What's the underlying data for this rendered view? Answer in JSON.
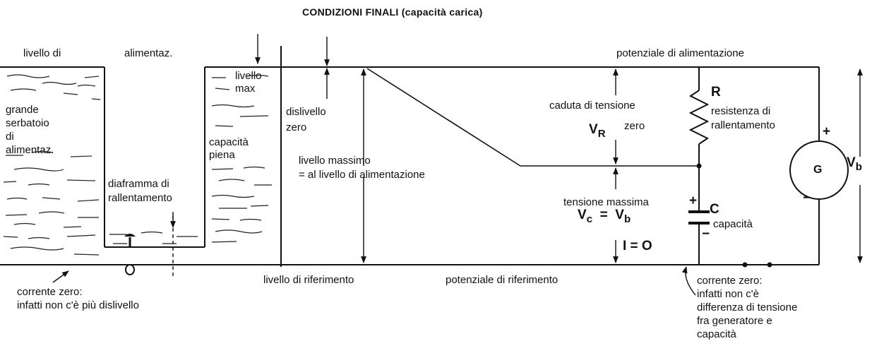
{
  "title": "CONDIZIONI FINALI (capacità carica)",
  "tank": {
    "supply_level_a": "livello di",
    "supply_level_b": "alimentaz.",
    "big_tank": "grande\nserbatoio\ndi\nalimentaz.",
    "diaphragm": "diaframma di\nrallentamento",
    "max_level": "livello\nmax",
    "full_capacity": "capacità\npiena",
    "zero_drop": "dislivello\nzero",
    "max_level_eq": "livello massimo\n= al livello di alimentazione",
    "reference_level": "livello di riferimento",
    "zero_current": "corrente zero:\ninfatti non c'è più dislivello"
  },
  "circuit": {
    "supply_potential": "potenziale di alimentazione",
    "voltage_drop": "caduta di tensione",
    "vr_main": "V",
    "vr_sub": "R",
    "vr_zero": "zero",
    "r_label": "R",
    "resistor_desc": "resistenza di\nrallentamento",
    "generator": "G",
    "vb_main": "V",
    "vb_sub": "b",
    "max_voltage": "tensione massima",
    "vc_eq_main": "V",
    "vc_eq_sub": "c",
    "vc_eq_eq": "=",
    "vc_eq_rhs_main": "V",
    "vc_eq_rhs_sub": "b",
    "c_label": "C",
    "plus": "+",
    "minus": "−",
    "gen_plus": "+",
    "gen_minus": "−",
    "capacitor_desc": "capacità",
    "current_zero": "I = O",
    "reference_potential": "potenziale di riferimento",
    "zero_current": "corrente zero:\ninfatti non c'è\ndifferenza di tensione\nfra generatore e\ncapacità"
  }
}
